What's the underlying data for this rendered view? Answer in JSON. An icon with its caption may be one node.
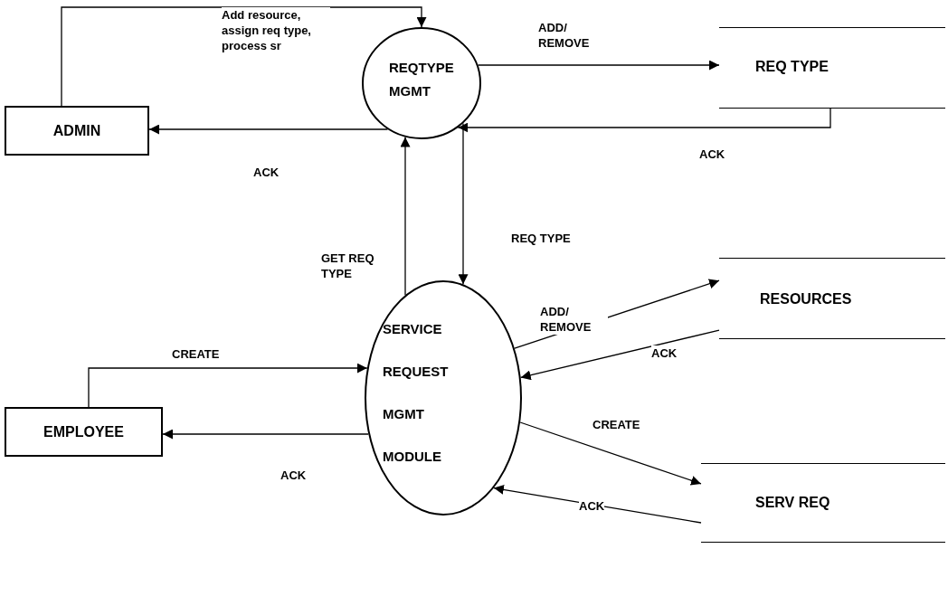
{
  "diagram": {
    "nodes": [
      {
        "text": [
          "ADMIN"
        ]
      },
      {
        "text": [
          "REQTYPE MGMT"
        ]
      },
      {
        "text": [
          "REQ TYPE"
        ]
      },
      {
        "text": [
          "RESOURCES"
        ]
      },
      {
        "text": [
          "SERVICE REQUEST MGMT MODULE"
        ]
      },
      {
        "text": [
          "EMPLOYEE"
        ]
      },
      {
        "text": [
          "SERV REQ"
        ]
      }
    ],
    "edges": [
      {
        "from": 0,
        "to": 1,
        "arrow": "to",
        "label": "Add resource, assign req type, process sr"
      },
      {
        "from": 1,
        "to": 2,
        "arrow": "to",
        "label": "ADD/ REMOVE"
      },
      {
        "from": 2,
        "to": 1,
        "arrow": "to",
        "label": "ACK"
      },
      {
        "from": 1,
        "to": 0,
        "arrow": "to",
        "label": "ACK"
      },
      {
        "from": 1,
        "to": 4,
        "arrow": "to",
        "label": "REQ TYPE"
      },
      {
        "from": 4,
        "to": 1,
        "arrow": "to",
        "label": "GET REQ TYPE"
      },
      {
        "from": 4,
        "to": 3,
        "arrow": "to",
        "label": "ADD/ REMOVE"
      },
      {
        "from": 3,
        "to": 4,
        "arrow": "to",
        "label": "ACK"
      },
      {
        "from": 5,
        "to": 4,
        "arrow": "to",
        "label": "CREATE"
      },
      {
        "from": 4,
        "to": 5,
        "arrow": "to",
        "label": "ACK"
      },
      {
        "from": 4,
        "to": 6,
        "arrow": "to",
        "label": "CREATE"
      },
      {
        "from": 6,
        "to": 4,
        "arrow": "to",
        "label": "ACK"
      }
    ]
  }
}
